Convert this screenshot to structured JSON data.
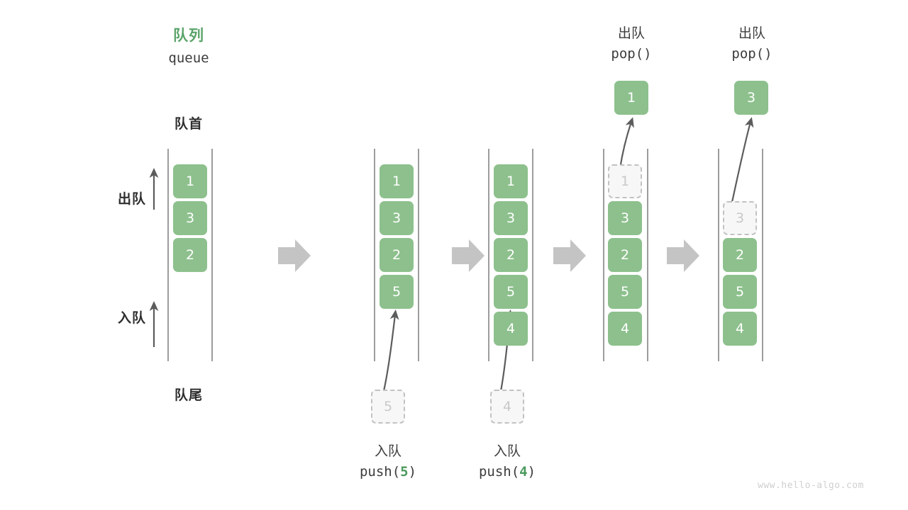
{
  "diagram": {
    "title_cn": "队列",
    "title_en": "queue",
    "front_label": "队首",
    "rear_label": "队尾",
    "dequeue_label": "出队",
    "enqueue_label": "入队",
    "watermark": "www.hello-algo.com",
    "accent_color": "#5aa469",
    "box_color": "#8dc08d",
    "ghost_color": "#f7f7f7",
    "arrow_color": "#c4c4c4",
    "line_color": "#5c5c5c"
  },
  "steps": [
    {
      "id": "step-1-initial",
      "boxes": [
        "1",
        "3",
        "2"
      ],
      "ghost": null,
      "popped": null,
      "op_cn": null,
      "op_code": null
    },
    {
      "id": "step-2-push-5",
      "boxes": [
        "1",
        "3",
        "2",
        "5"
      ],
      "ghost": "5",
      "popped": null,
      "op_cn": "入队",
      "op_code_prefix": "push(",
      "op_code_arg": "5",
      "op_code_suffix": ")"
    },
    {
      "id": "step-3-push-4",
      "boxes": [
        "1",
        "3",
        "2",
        "5",
        "4"
      ],
      "ghost": "4",
      "popped": null,
      "op_cn": "入队",
      "op_code_prefix": "push(",
      "op_code_arg": "4",
      "op_code_suffix": ")"
    },
    {
      "id": "step-4-pop-1",
      "boxes": [
        "3",
        "2",
        "5",
        "4"
      ],
      "ghost_top": "1",
      "popped": "1",
      "op_cn": "出队",
      "op_code_prefix": "pop(",
      "op_code_arg": "",
      "op_code_suffix": ")"
    },
    {
      "id": "step-5-pop-3",
      "boxes": [
        "2",
        "5",
        "4"
      ],
      "ghost_top": "3",
      "popped": "3",
      "op_cn": "出队",
      "op_code_prefix": "pop(",
      "op_code_arg": "",
      "op_code_suffix": ")"
    }
  ],
  "flow_arrows": 4
}
